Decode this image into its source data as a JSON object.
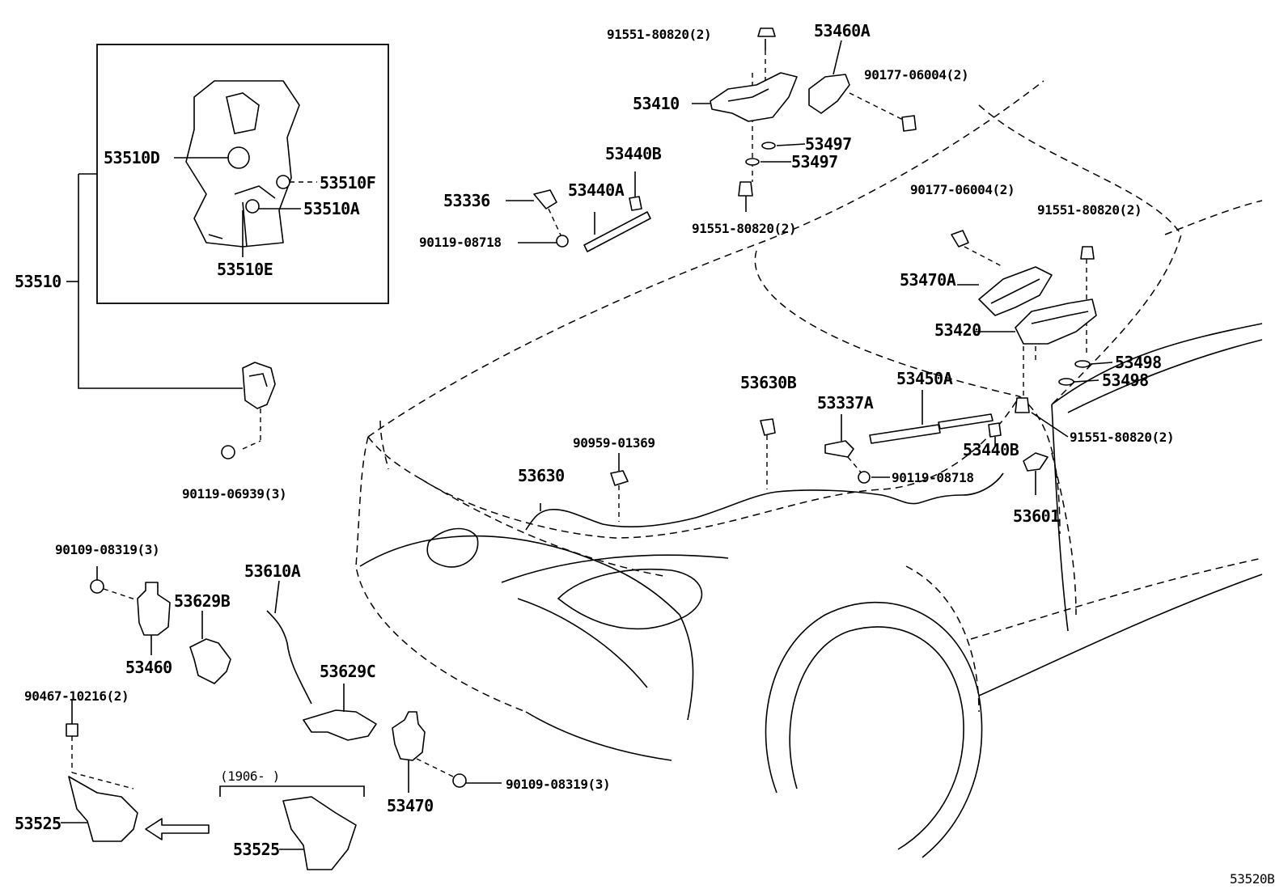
{
  "drawing_id": "53520B",
  "date_range": "(1906-        )",
  "labels": {
    "p53510": "53510",
    "p53510D": "53510D",
    "p53510F": "53510F",
    "p53510A": "53510A",
    "p53510E": "53510E",
    "p90119_06939": "90119-06939(3)",
    "p91551_top": "91551-80820(2)",
    "p53460A": "53460A",
    "p90177_top": "90177-06004(2)",
    "p53410": "53410",
    "p53497a": "53497",
    "p53497b": "53497",
    "p53440B_top": "53440B",
    "p53336": "53336",
    "p53440A": "53440A",
    "p90119_08718_top": "90119-08718",
    "p91551_mid": "91551-80820(2)",
    "p90177_right": "90177-06004(2)",
    "p91551_right_top": "91551-80820(2)",
    "p53470A": "53470A",
    "p53420": "53420",
    "p53498a": "53498",
    "p53498b": "53498",
    "p53450A": "53450A",
    "p91551_right_bot": "91551-80820(2)",
    "p53630B": "53630B",
    "p53337A": "53337A",
    "p90959": "90959-01369",
    "p53630": "53630",
    "p53440B_bot": "53440B",
    "p90119_08718_bot": "90119-08718",
    "p53601": "53601",
    "p90109_top": "90109-08319(3)",
    "p53460": "53460",
    "p53629B": "53629B",
    "p53610A": "53610A",
    "p53629C": "53629C",
    "p90467": "90467-10216(2)",
    "p53525_left": "53525",
    "p53525_right": "53525",
    "p53470": "53470",
    "p90109_bot": "90109-08319(3)"
  }
}
